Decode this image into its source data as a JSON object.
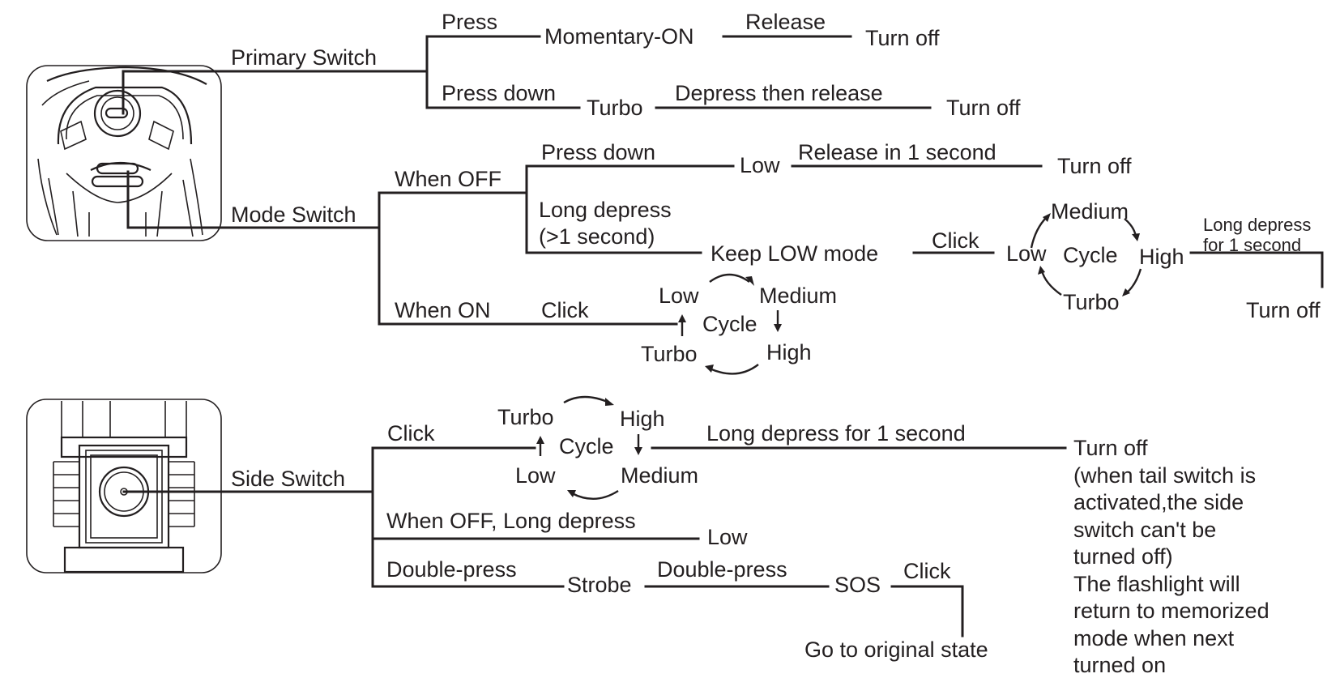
{
  "primary": {
    "title": "Primary Switch",
    "press": "Press",
    "momentary": "Momentary-ON",
    "release": "Release",
    "turn_off_1": "Turn off",
    "press_down": "Press down",
    "turbo": "Turbo",
    "depress_release": "Depress then release",
    "turn_off_2": "Turn off"
  },
  "mode": {
    "title": "Mode Switch",
    "when_off": "When OFF",
    "press_down": "Press down",
    "low": "Low",
    "release_1s": "Release in 1 second",
    "turn_off_1": "Turn off",
    "long_depress_1": "Long depress",
    "long_depress_2": "(>1 second)",
    "keep_low": "Keep LOW mode",
    "click": "Click",
    "cycle_right": {
      "low": "Low",
      "cycle": "Cycle",
      "medium": "Medium",
      "high": "High",
      "turbo": "Turbo"
    },
    "long_depress_1s_a": "Long depress",
    "long_depress_1s_b": "for 1 second",
    "turn_off_2": "Turn off",
    "when_on": "When ON",
    "click_on": "Click",
    "cycle_on": {
      "low": "Low",
      "medium": "Medium",
      "cycle": "Cycle",
      "turbo": "Turbo",
      "high": "High"
    }
  },
  "side": {
    "title": "Side Switch",
    "click": "Click",
    "cycle": {
      "turbo": "Turbo",
      "high": "High",
      "cycle": "Cycle",
      "low": "Low",
      "medium": "Medium"
    },
    "long_depress_1s": "Long depress for 1 second",
    "turn_off_note": [
      "Turn off",
      "(when tail switch is",
      "activated,the side",
      "switch can't be",
      "turned off)",
      "The flashlight will",
      "return to memorized",
      "mode when next",
      "turned on"
    ],
    "when_off_long": "When OFF, Long depress",
    "low": "Low",
    "double_press_1": "Double-press",
    "strobe": "Strobe",
    "double_press_2": "Double-press",
    "sos": "SOS",
    "click_sos": "Click",
    "original_state": "Go to original state"
  }
}
